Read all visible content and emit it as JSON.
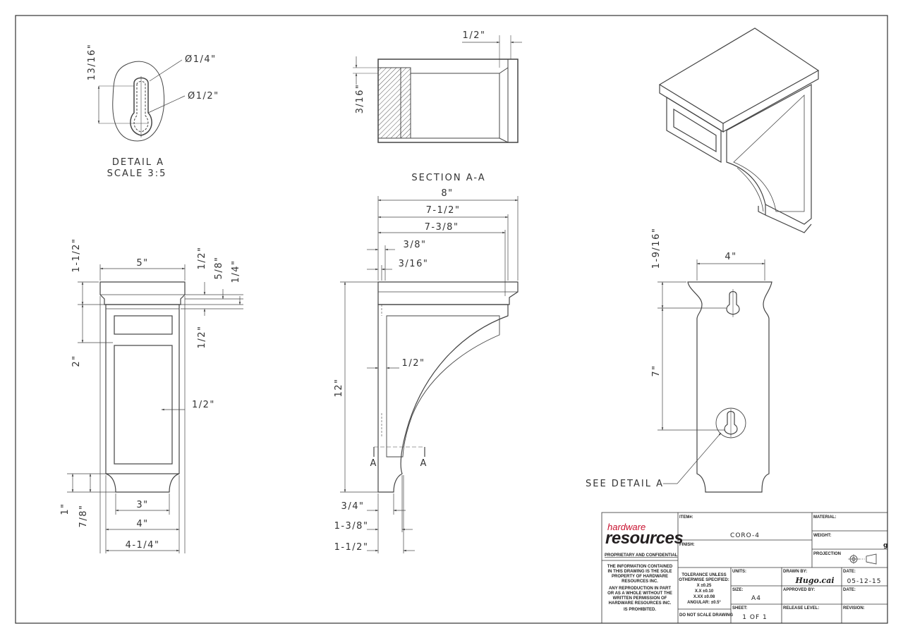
{
  "detail_a": {
    "title": "DETAIL A",
    "scale": "SCALE 3:5",
    "dims": {
      "height": "13/16\"",
      "dia_small": "Ø1/4\"",
      "dia_large": "Ø1/2\""
    }
  },
  "section_aa": {
    "title": "SECTION A-A",
    "dims": {
      "top": "1/2\"",
      "left": "3/16\""
    }
  },
  "front_view": {
    "dims": {
      "width_top": "5\"",
      "width_mid": "4\"",
      "width_total": "4-1/4\"",
      "width_base": "3\"",
      "h_cap": "1-1/2\"",
      "h_band": "2\"",
      "h_r1": "1/2\"",
      "h_r2": "5/8\"",
      "h_r3": "1/4\"",
      "h_r4": "1/2\"",
      "panel_inset": "1/2\"",
      "h_foot1": "1\"",
      "h_foot2": "7/8\""
    }
  },
  "side_view": {
    "dims": {
      "d1": "8\"",
      "d2": "7-1/2\"",
      "d3": "7-3/8\"",
      "d4": "3/8\"",
      "d5": "3/16\"",
      "height": "12\"",
      "web": "1/2\"",
      "foot1": "3/4\"",
      "foot2": "1-3/8\"",
      "foot3": "1-1/2\""
    },
    "section_marker": "A"
  },
  "back_view": {
    "dims": {
      "width": "4\"",
      "top": "1-9/16\"",
      "spacing": "7\""
    },
    "callout": "SEE DETAIL A"
  },
  "title_block": {
    "logo_top": "hardware",
    "logo_main": "resources",
    "proprietary_heading": "PROPRIETARY AND CONFIDENTIAL",
    "proprietary_text": [
      "THE INFORMATION CONTAINED",
      "IN THIS DRAWING IS THE SOLE",
      "PROPERTY OF HARDWARE",
      "RESOURCES INC.",
      "ANY REPRODUCTION IN PART",
      "OR AS A WHOLE WITHOUT THE",
      "WRITTEN PERMISSION OF",
      "HARDWARE RESOURCES INC.",
      "IS PROHIBITED."
    ],
    "item_label": "ITEM#:",
    "item_value": "CORO-4",
    "finish_label": "FINISH:",
    "material_label": "MATERIAL:",
    "weight_label": "WEIGHT:",
    "weight_unit": "g",
    "projection_label": "PROJECTION",
    "tolerance": [
      "TOLERANCE UNLESS",
      "OTHERWISE SPECIFIED:",
      "X   ±0.25",
      "X.X  ±0.10",
      "X.XX  ±0.08",
      "ANGULAR: ±0.5°"
    ],
    "no_scale": "DO NOT SCALE DRAWING",
    "units_label": "UNITS:",
    "size_label": "SIZE:",
    "size_value": "A4",
    "sheet_label": "SHEET:",
    "sheet_value": "1 OF 1",
    "drawn_by_label": "DRAWN BY:",
    "drawn_by_value": "Hugo.cai",
    "approved_by_label": "APPROVED BY:",
    "release_label": "RELEASE LEVEL:",
    "date_label": "DATE:",
    "date_value": "05-12-15",
    "date2_label": "DATE:",
    "revision_label": "REVISION:"
  },
  "colors": {
    "line": "#444444",
    "logo_red": "#c8102e",
    "logo_dark": "#231f20"
  }
}
